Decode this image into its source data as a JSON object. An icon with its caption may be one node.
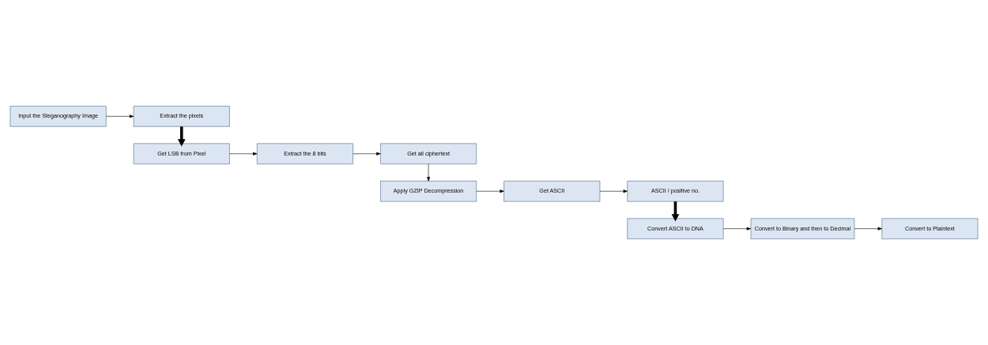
{
  "diagram": {
    "nodes": [
      {
        "text": [
          "Input the Steganography Image"
        ]
      },
      {
        "text": [
          "Extract the pixels"
        ]
      },
      {
        "text": [
          "Get all ciphertext"
        ]
      },
      {
        "text": [
          "Extract the 8 bits"
        ]
      },
      {
        "text": [
          "Get LSB from Pixel"
        ]
      },
      {
        "text": [
          "Apply GZIP Decompression"
        ]
      },
      {
        "text": [
          "Get ASCII"
        ]
      },
      {
        "text": [
          "ASCII / positive no."
        ]
      },
      {
        "text": [
          "Convert to Plaintext"
        ]
      },
      {
        "text": [
          "Convert to Binary and then to Decimal"
        ]
      },
      {
        "text": [
          "Convert ASCII to DNA"
        ]
      }
    ],
    "edges": [
      {
        "from": 0,
        "to": 1,
        "arrow": "to"
      },
      {
        "from": 1,
        "to": 4,
        "arrow": "to",
        "style": "thick"
      },
      {
        "from": 4,
        "to": 3,
        "arrow": "to"
      },
      {
        "from": 3,
        "to": 2,
        "arrow": "to"
      },
      {
        "from": 2,
        "to": 5,
        "arrow": "to"
      },
      {
        "from": 5,
        "to": 6,
        "arrow": "to"
      },
      {
        "from": 6,
        "to": 7,
        "arrow": "to"
      },
      {
        "from": 7,
        "to": 10,
        "arrow": "to",
        "style": "thick"
      },
      {
        "from": 10,
        "to": 9,
        "arrow": "to"
      },
      {
        "from": 9,
        "to": 8,
        "arrow": "to"
      }
    ]
  }
}
